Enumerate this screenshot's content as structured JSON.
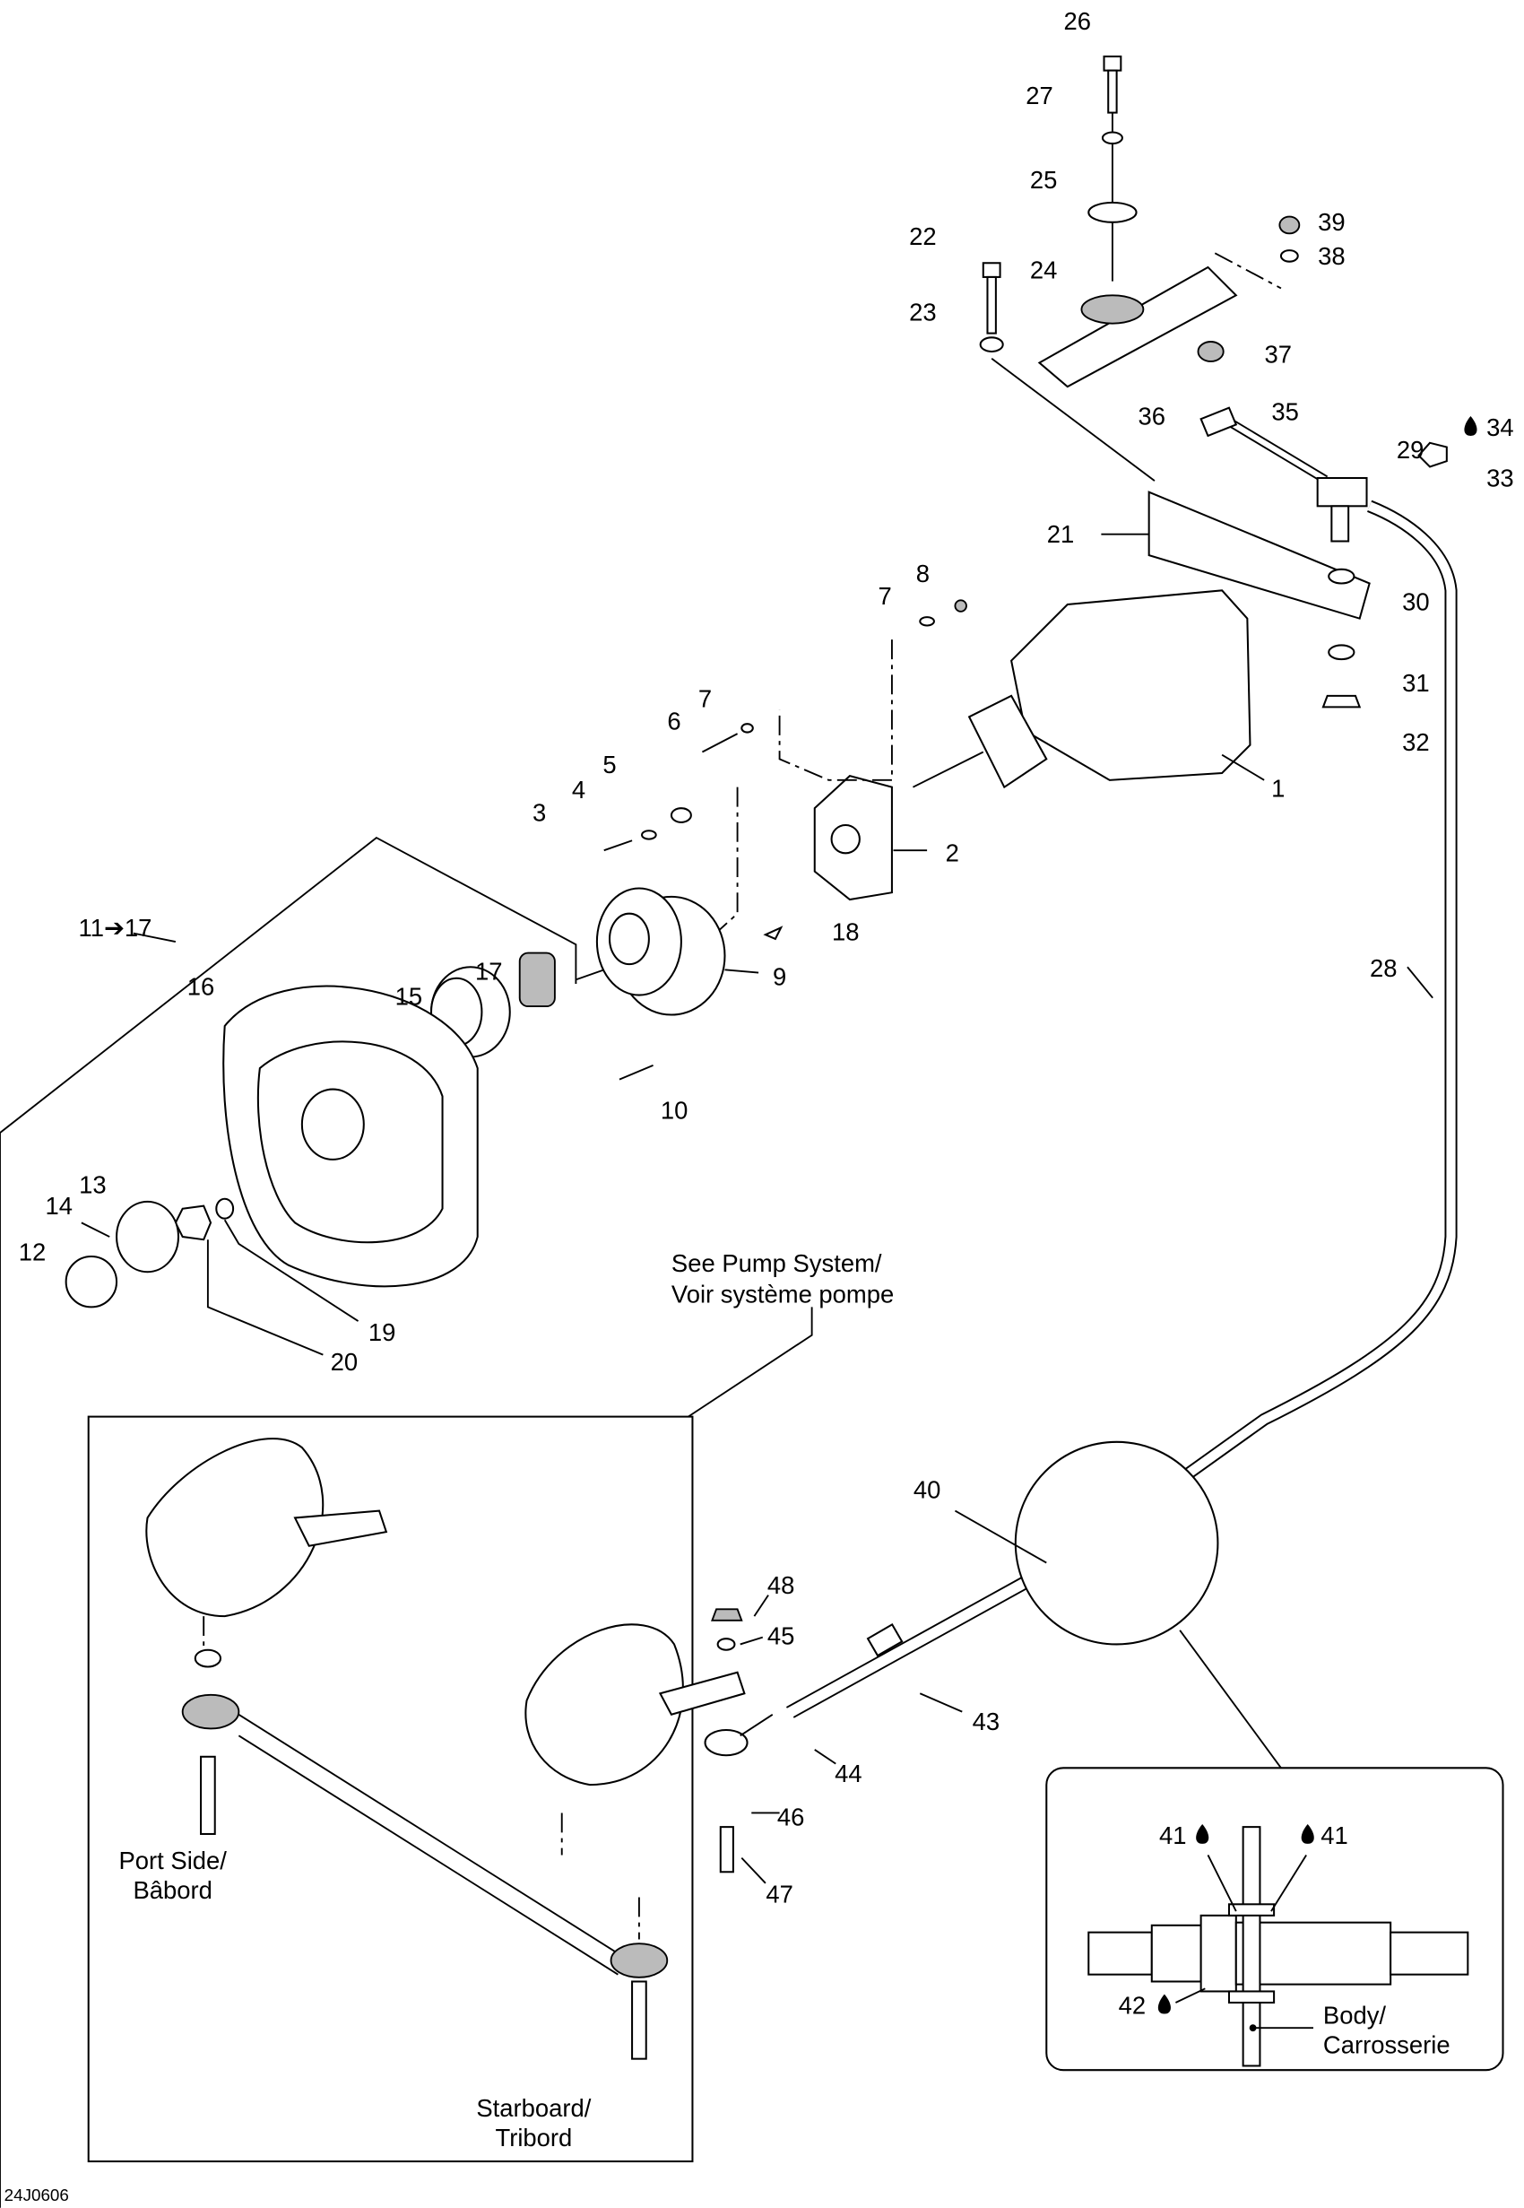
{
  "diagram_code": "24J0606",
  "callouts": [
    "26",
    "27",
    "25",
    "22",
    "24",
    "23",
    "39",
    "38",
    "37",
    "36",
    "35",
    "34",
    "33",
    "29",
    "21",
    "30",
    "31",
    "32",
    "8",
    "7",
    "7",
    "6",
    "5",
    "4",
    "3",
    "2",
    "1",
    "18",
    "9",
    "11➔17",
    "17",
    "16",
    "15",
    "10",
    "13",
    "14",
    "12",
    "19",
    "20",
    "28",
    "40",
    "48",
    "45",
    "43",
    "44",
    "46",
    "47",
    "41",
    "41",
    "42"
  ],
  "notes": {
    "pump_ref_line1": "See Pump System/",
    "pump_ref_line2": "Voir système pompe",
    "port_line1": "Port Side/",
    "port_line2": "Bâbord",
    "starboard_line1": "Starboard/",
    "starboard_line2": "Tribord",
    "body_line1": "Body/",
    "body_line2": "Carrosserie"
  },
  "icons": {
    "lubricant": "drop-icon"
  }
}
